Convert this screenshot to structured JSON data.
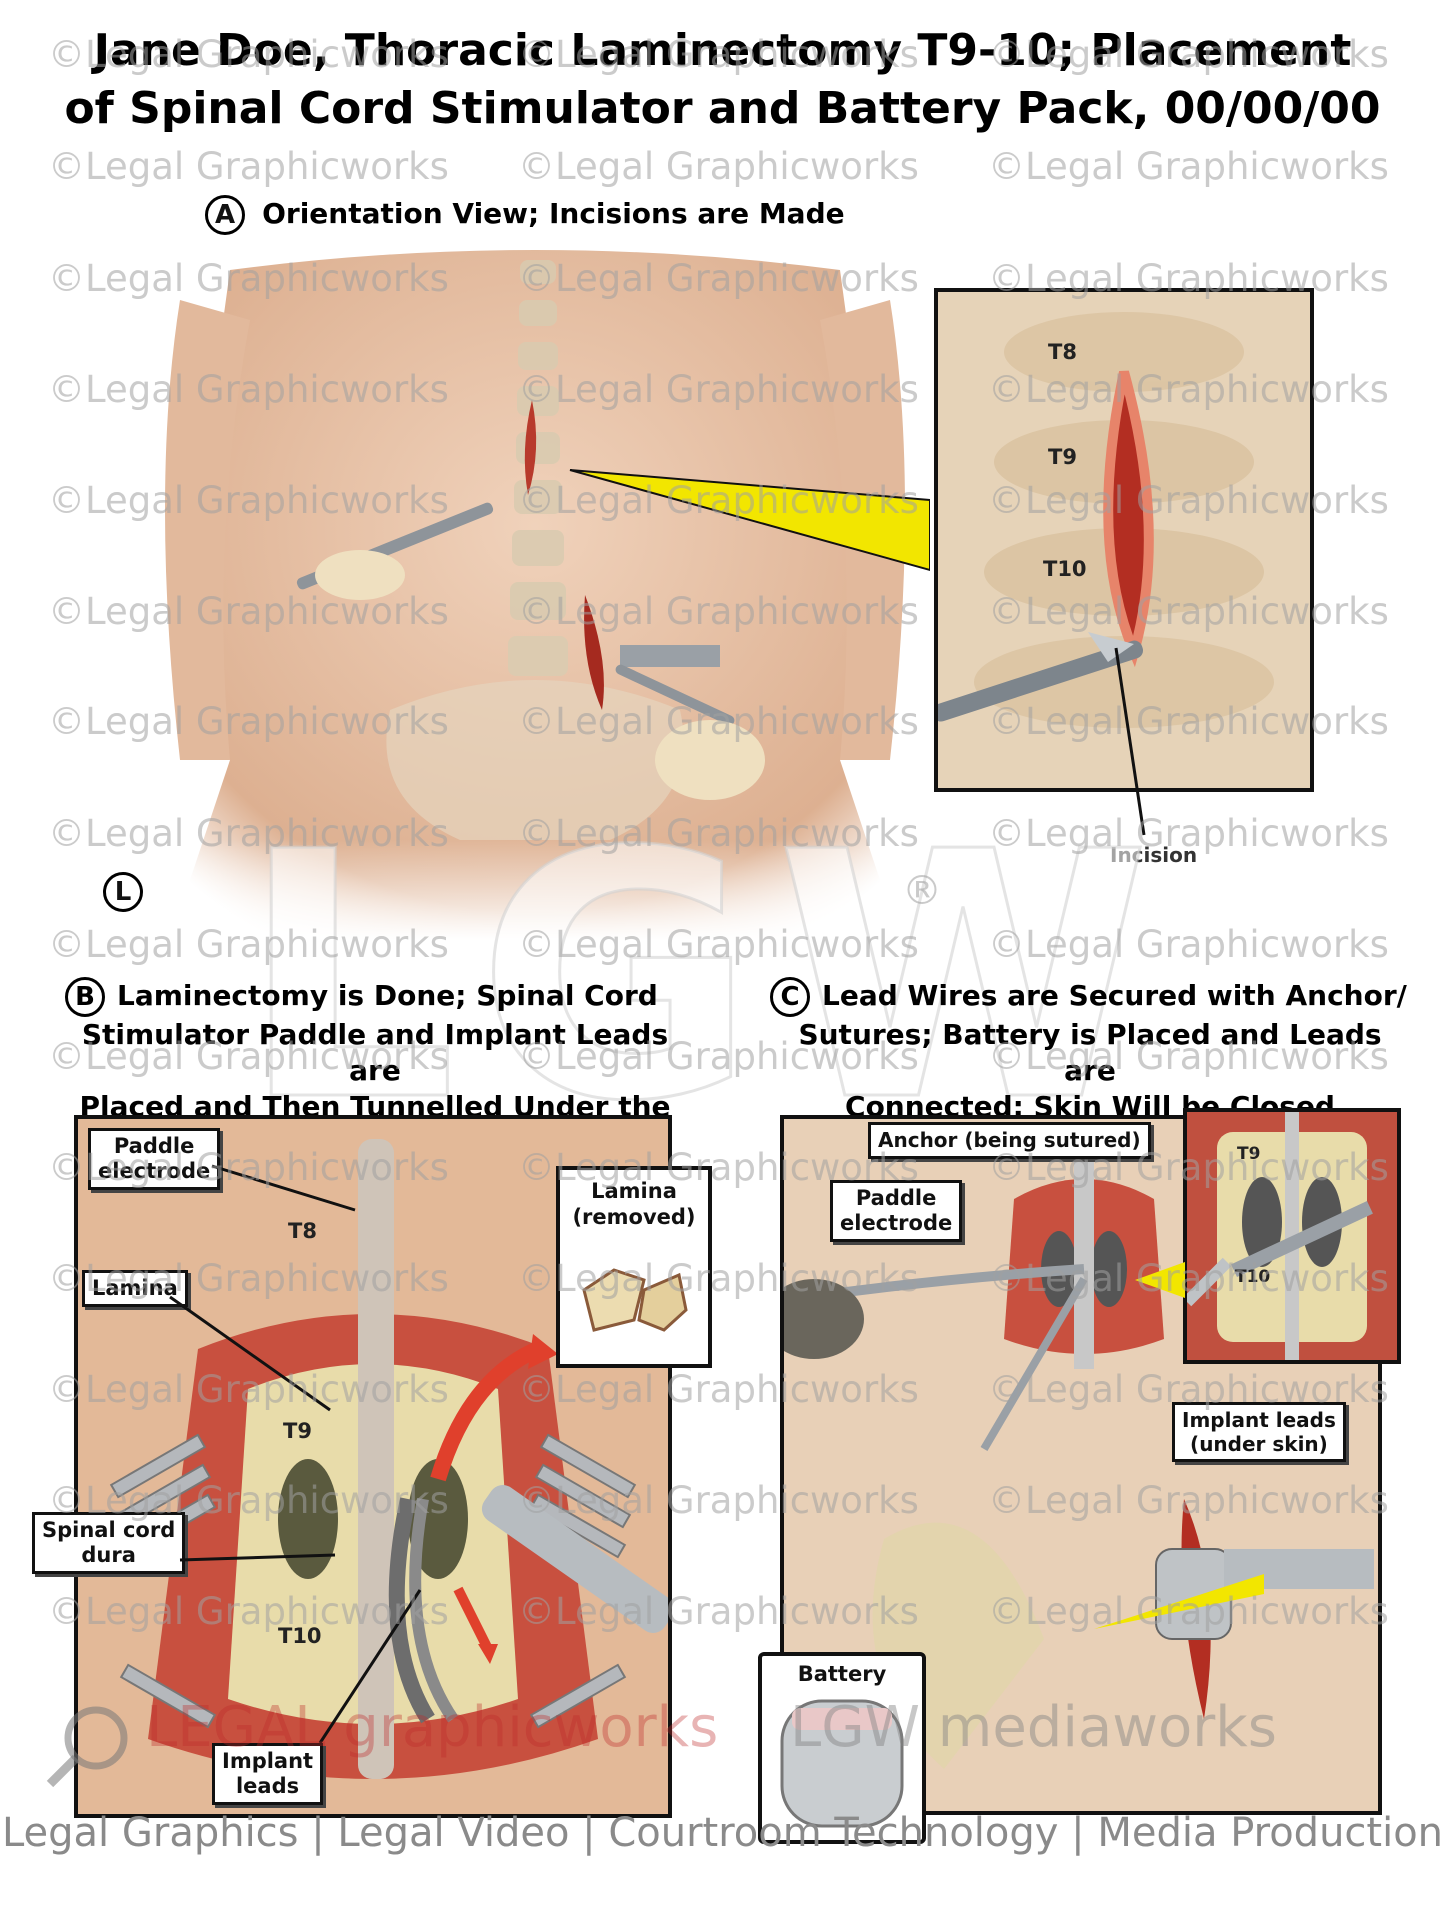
{
  "title": {
    "line1": "Jane Doe, Thoracic Laminectomy T9-10; Placement",
    "line2": "of Spinal Cord Stimulator and Battery Pack, 00/00/00"
  },
  "panel_a": {
    "letter": "A",
    "caption": "Orientation View; Incisions are Made",
    "side_marker": "L",
    "inset_levels": [
      "T8",
      "T9",
      "T10"
    ],
    "incision_label": "Incision"
  },
  "panel_b": {
    "letter": "B",
    "caption_lines": [
      "Laminectomy is Done; Spinal Cord",
      "Stimulator Paddle and Implant Leads are",
      "Placed and Then Tunnelled Under the Skin"
    ],
    "labels": {
      "paddle": [
        "Paddle",
        "electrode"
      ],
      "lamina": "Lamina",
      "dura": [
        "Spinal cord",
        "dura"
      ],
      "leads": [
        "Implant",
        "leads"
      ],
      "removed": [
        "Lamina",
        "(removed)"
      ]
    },
    "levels": [
      "T8",
      "T9",
      "T10"
    ]
  },
  "panel_c": {
    "letter": "C",
    "caption_lines": [
      "Lead Wires are Secured with Anchor/",
      "Sutures; Battery is Placed and Leads are",
      "Connected; Skin Will be Closed"
    ],
    "labels": {
      "anchor": "Anchor (being sutured)",
      "paddle": [
        "Paddle",
        "electrode"
      ],
      "leads": [
        "Implant leads",
        "(under skin)"
      ],
      "battery": "Battery"
    },
    "inset_levels": [
      "T9",
      "T10"
    ]
  },
  "watermark_text": "©Legal Graphicworks",
  "big_mark": "LGW",
  "registered": "®",
  "brand_left": "LEGAL graphicworks",
  "brand_right": "LGW mediaworks",
  "footer": "Legal Graphics | Legal Video | Courtroom Technology | Media Production",
  "colors": {
    "skin": "#e8c4a8",
    "tissue": "#c0392b",
    "pointer": "#f2e600",
    "background": "#ffffff"
  }
}
